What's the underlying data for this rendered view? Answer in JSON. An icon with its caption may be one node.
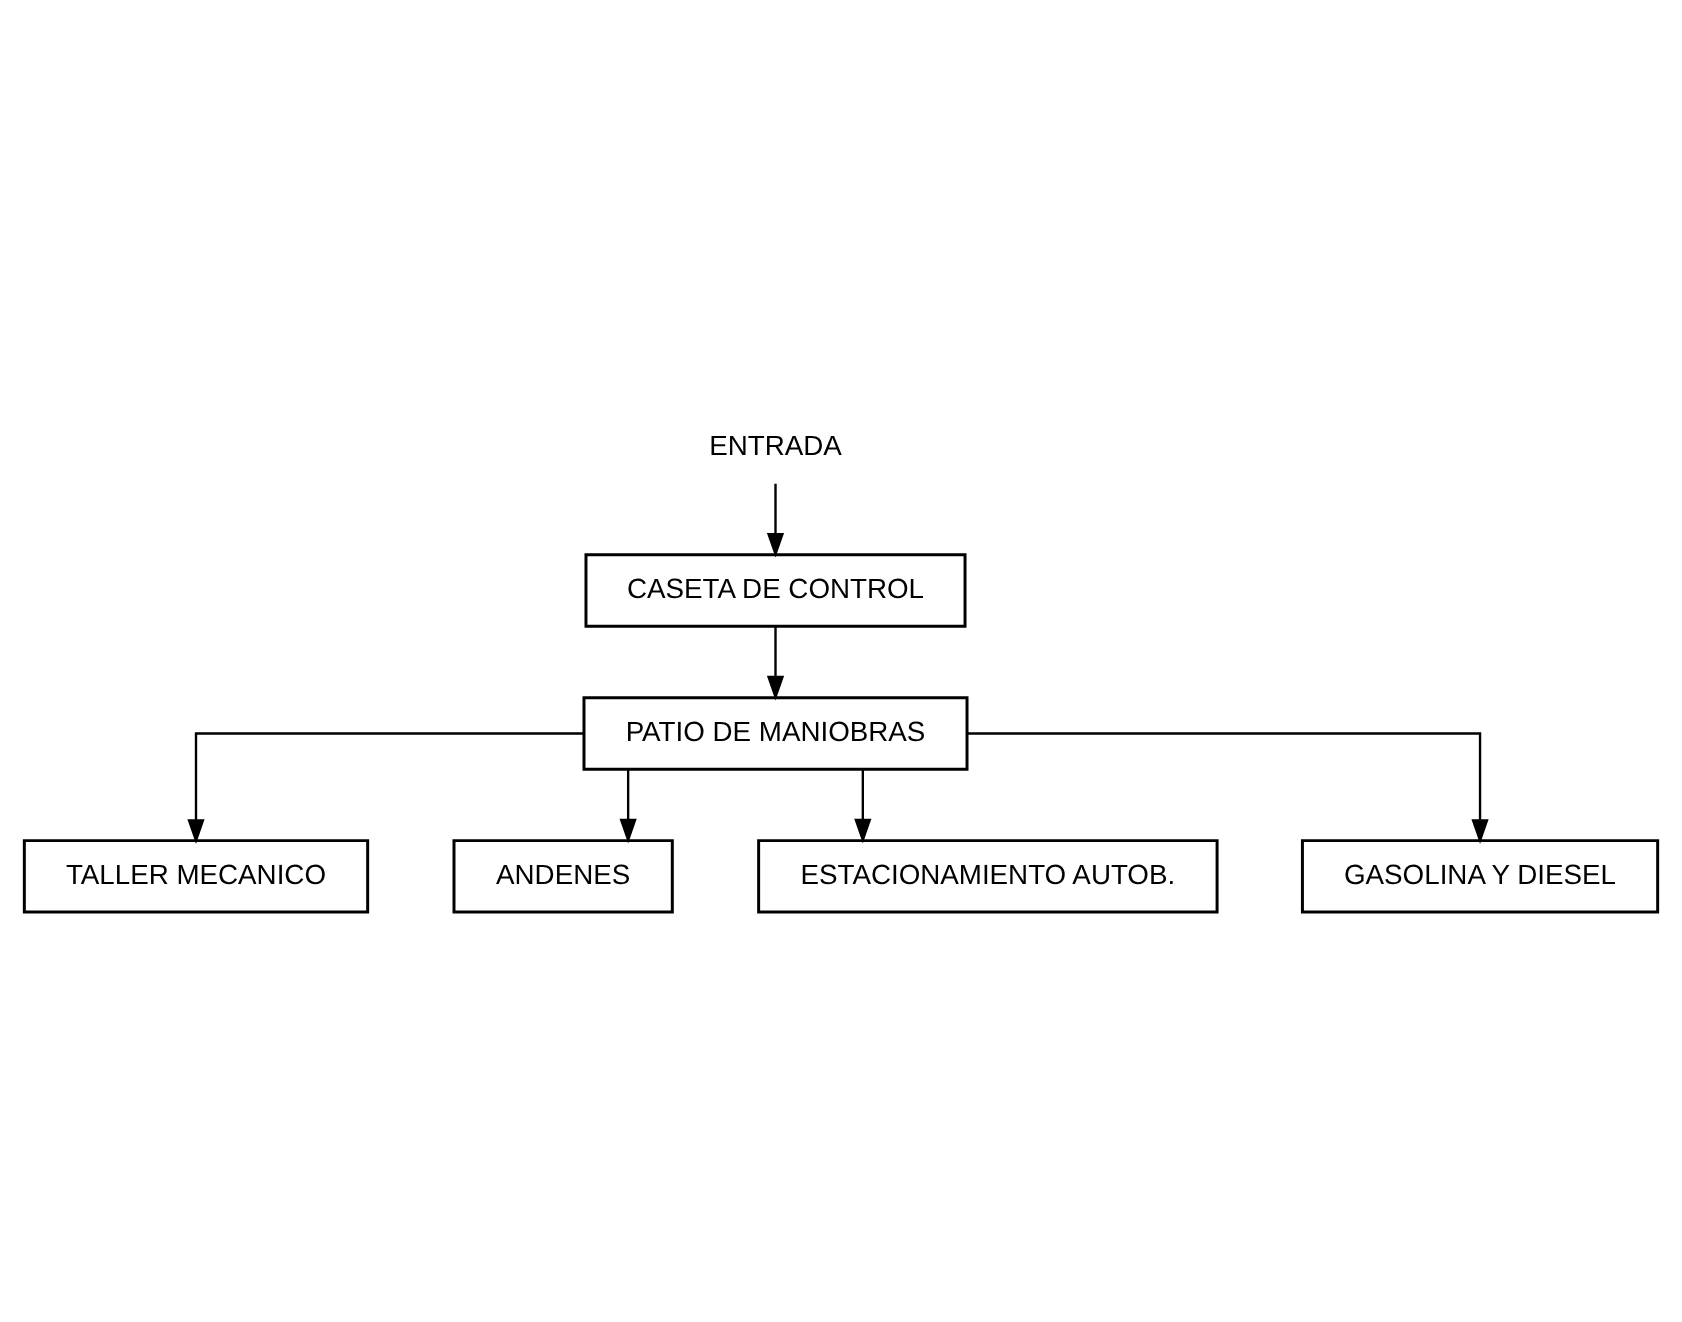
{
  "diagram": {
    "nodes": [
      {
        "text": [
          "ENTRADA"
        ]
      },
      {
        "text": [
          "CASETA DE CONTROL"
        ]
      },
      {
        "text": [
          "PATIO DE MANIOBRAS"
        ]
      },
      {
        "text": [
          "TALLER MECANICO"
        ]
      },
      {
        "text": [
          "ANDENES"
        ]
      },
      {
        "text": [
          "ESTACIONAMIENTO AUTOB."
        ]
      },
      {
        "text": [
          "GASOLINA Y DIESEL"
        ]
      }
    ],
    "edges": [
      {
        "from": 0,
        "to": 1,
        "arrow": "to"
      },
      {
        "from": 1,
        "to": 2,
        "arrow": "to"
      },
      {
        "from": 2,
        "to": 4,
        "arrow": "to"
      },
      {
        "from": 2,
        "to": 3,
        "arrow": "to"
      },
      {
        "from": 2,
        "to": 5,
        "arrow": "to"
      },
      {
        "from": 2,
        "to": 6,
        "arrow": "to"
      }
    ]
  }
}
